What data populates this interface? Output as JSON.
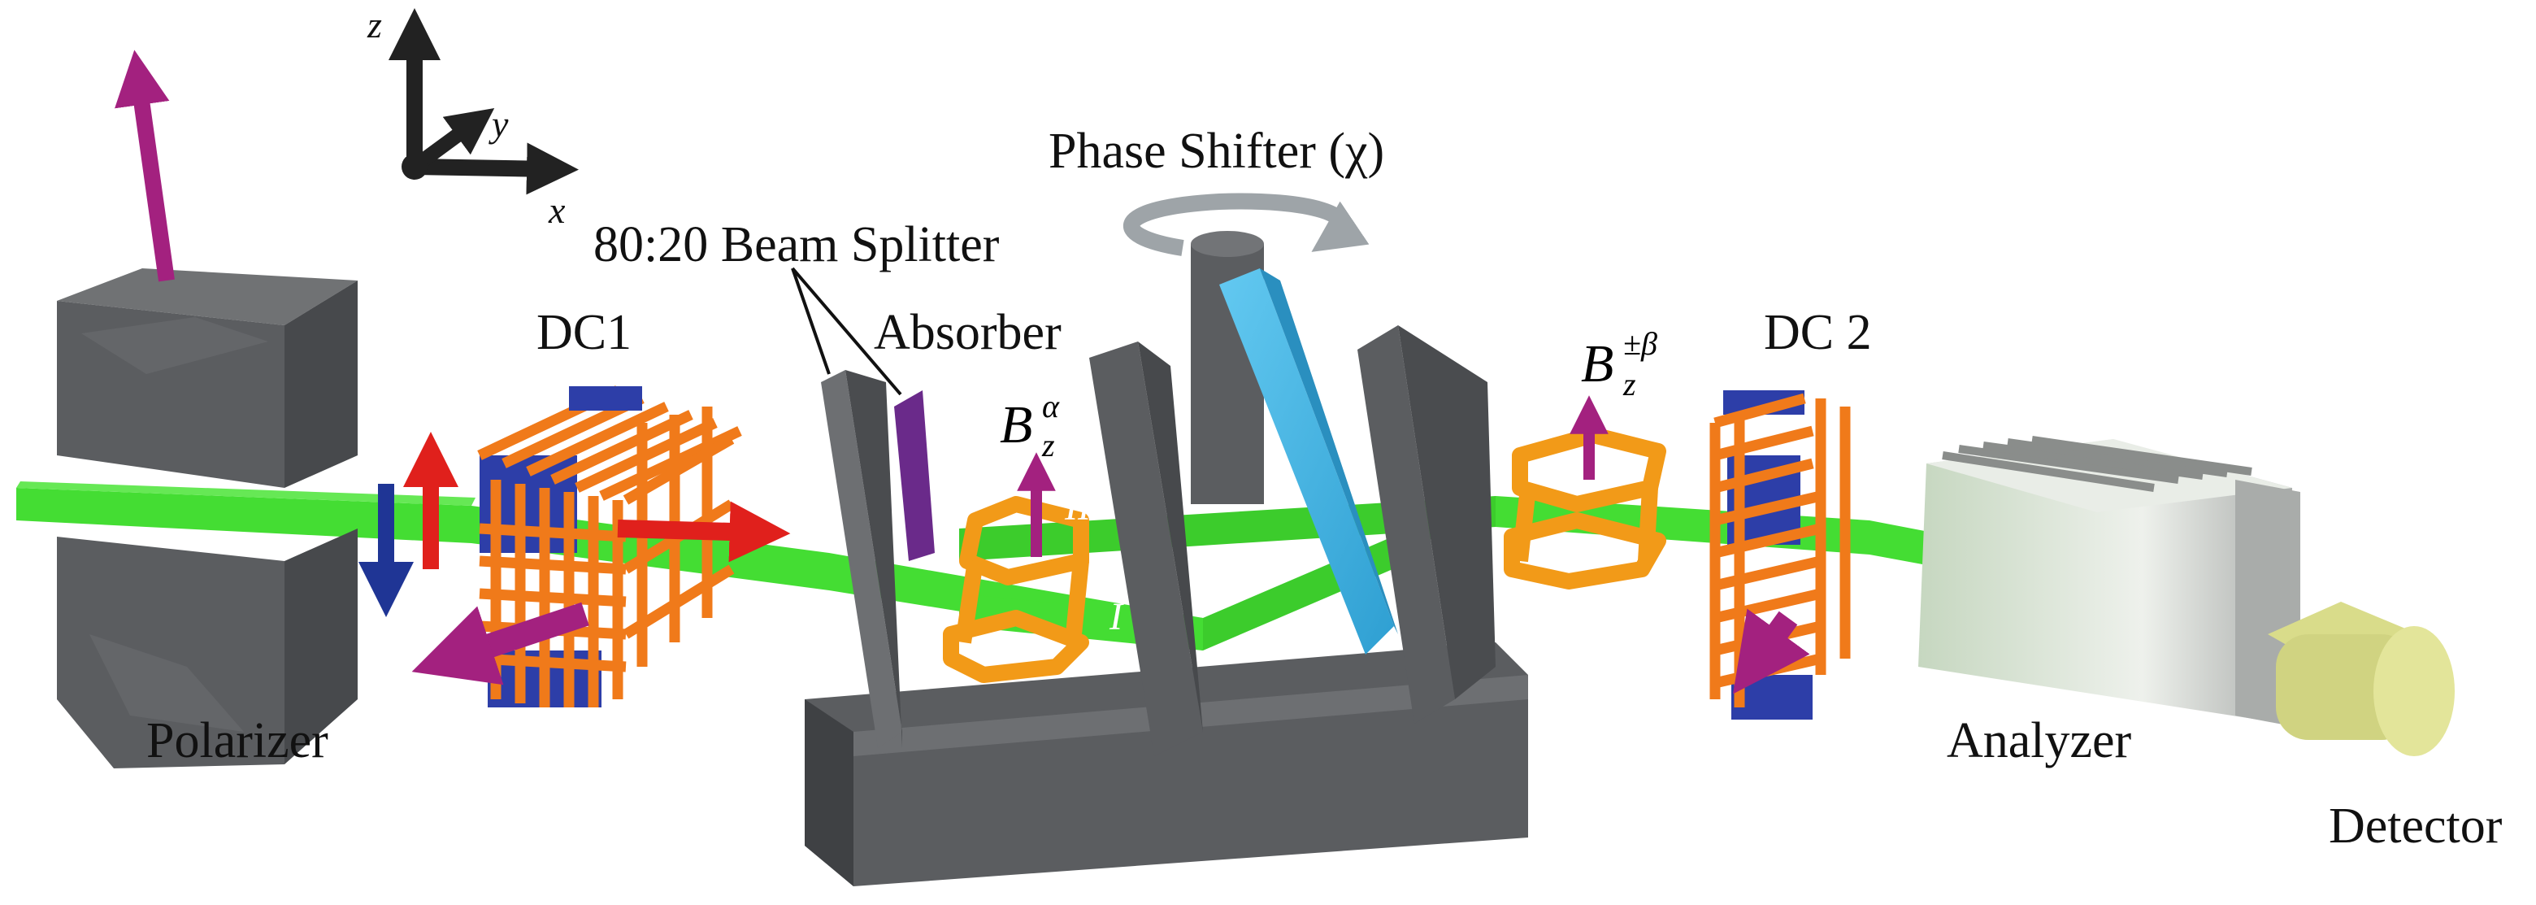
{
  "labels": {
    "polarizer": "Polarizer",
    "dc1": "DC1",
    "beam_splitter": "80:20 Beam Splitter",
    "absorber": "Absorber",
    "phase_shifter": "Phase Shifter (χ)",
    "dc2": "DC 2",
    "analyzer": "Analyzer",
    "detector": "Detector",
    "path_one": "I",
    "path_two": "II"
  },
  "axes": {
    "x": "x",
    "y": "y",
    "z": "z"
  },
  "fields": {
    "alpha": {
      "base": "B",
      "sub": "z",
      "sup": "α"
    },
    "beta": {
      "base": "B",
      "sub": "z",
      "sup": "±β"
    }
  },
  "colors": {
    "beam": "#44dd33",
    "beam_dark": "#2fb527",
    "housing": "#5b5d60",
    "housing_dark": "#3f4144",
    "coil_orange": "#f07a1a",
    "coil_blue": "#2d3ea8",
    "spin_arrow": "#a3217f",
    "field_arrow_red": "#e0201c",
    "field_arrow_blue": "#1f3595",
    "phase_shifter": "#3bb6e6",
    "absorber": "#6a2a8a",
    "helmholtz": "#f29a18",
    "detector": "#d9dc8a",
    "analyzer_light": "#e6ebe3",
    "analyzer_dark": "#9fa3a0"
  }
}
